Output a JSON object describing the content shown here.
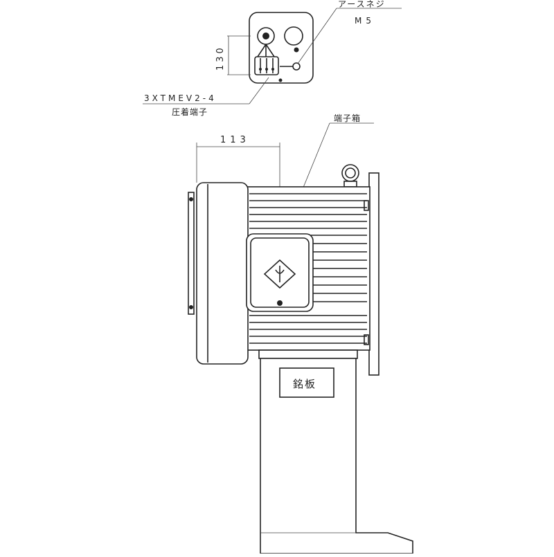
{
  "drawing": {
    "labels": {
      "earth_screw": "アースネジ",
      "earth_screw_size": "M5",
      "terminal_spec": "3XTMEV2-4",
      "crimp_terminal": "圧着端子",
      "terminal_box": "端子箱",
      "nameplate": "銘板"
    },
    "dimensions": {
      "box_height": "130",
      "box_offset": "113"
    }
  }
}
